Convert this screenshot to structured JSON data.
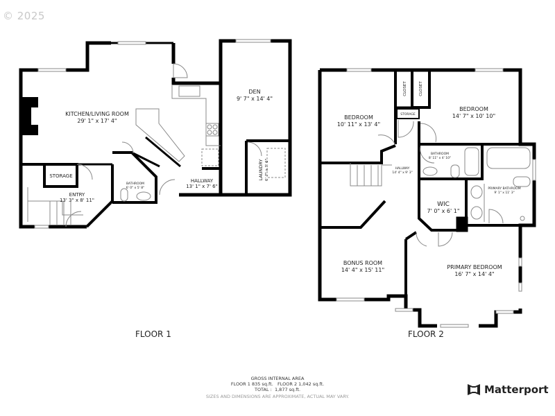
{
  "copyright": "© 2025",
  "floor1": {
    "label": "FLOOR 1",
    "rooms": [
      {
        "name": "KITCHEN/LIVING ROOM",
        "dims": "29' 1\" x 17' 4\""
      },
      {
        "name": "DEN",
        "dims": "9' 7\" x 14' 4\""
      },
      {
        "name": "STORAGE",
        "dims": ""
      },
      {
        "name": "ENTRY",
        "dims": "13' 3\" x 8' 11\""
      },
      {
        "name": "BATHROOM",
        "dims": "6' 0\" x 5' 8\""
      },
      {
        "name": "HALLWAY",
        "dims": "13' 1\" x 7' 6\""
      },
      {
        "name": "LAUNDRY",
        "dims": "6' 7\" x 7' 6\""
      }
    ]
  },
  "floor2": {
    "label": "FLOOR 2",
    "rooms": [
      {
        "name": "BEDROOM",
        "dims": "10' 11\" x 13' 4\""
      },
      {
        "name": "CLOSET",
        "dims": ""
      },
      {
        "name": "CLOSET",
        "dims": ""
      },
      {
        "name": "STORAGE",
        "dims": ""
      },
      {
        "name": "BEDROOM",
        "dims": "14' 7\" x 10' 10\""
      },
      {
        "name": "HALLWAY",
        "dims": "14' 4\" x 9' 3\""
      },
      {
        "name": "BATHROOM",
        "dims": "8' 11\" x 4' 10\""
      },
      {
        "name": "PRIMARY BATHROOM",
        "dims": "9' 1\" x 11' 3\""
      },
      {
        "name": "WIC",
        "dims": "7' 0\" x 6' 1\""
      },
      {
        "name": "BONUS ROOM",
        "dims": "14' 4\" x 15' 11\""
      },
      {
        "name": "PRIMARY BEDROOM",
        "dims": "16' 7\" x 14' 4\""
      }
    ]
  },
  "area": {
    "title": "GROSS INTERNAL AREA",
    "floors_line": "FLOOR 1 835 sq.ft.   FLOOR 2 1,042 sq.ft.",
    "total_line": "TOTAL :  1,877 sq.ft.",
    "disclaimer": "SIZES AND DIMENSIONS ARE APPROXIMATE, ACTUAL MAY VARY."
  },
  "brand": {
    "name": "Matterport",
    "icon": "matterport-logo-icon"
  },
  "colors": {
    "wall": "#000000",
    "fixture": "#888888",
    "text": "#222222",
    "watermark": "#c8c8c8"
  }
}
